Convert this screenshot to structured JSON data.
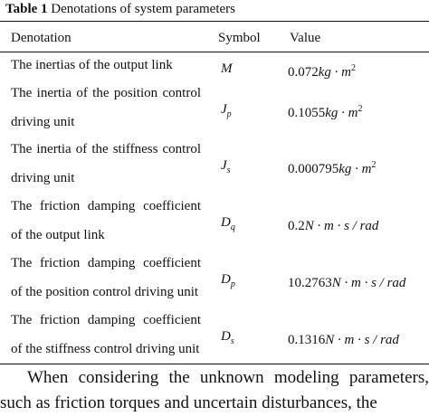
{
  "caption": {
    "label": "Table 1",
    "text": "Denotations of system parameters"
  },
  "table": {
    "headers": {
      "denotation": "Denotation",
      "symbol": "Symbol",
      "value": "Value"
    },
    "rows": [
      {
        "line1": "The inertias of the output link",
        "line2": "",
        "symbol": "M",
        "sub": "",
        "number": "0.072",
        "unit": "kg · m",
        "exp": "2"
      },
      {
        "line1": "The inertia of the position control",
        "line2": "driving unit",
        "symbol": "J",
        "sub": "p",
        "number": "0.1055",
        "unit": "kg · m",
        "exp": "2"
      },
      {
        "line1": "The inertia of the stiffness control",
        "line2": "driving unit",
        "symbol": "J",
        "sub": "s",
        "number": "0.000795",
        "unit": "kg · m",
        "exp": "2"
      },
      {
        "line1": "The friction damping coefficient",
        "line2": "of the output link",
        "symbol": "D",
        "sub": "q",
        "number": "0.2",
        "unit": "N · m · s / rad",
        "exp": ""
      },
      {
        "line1": "The friction damping coefficient",
        "line2": "of the position control driving unit",
        "symbol": "D",
        "sub": "p",
        "number": "10.2763",
        "unit": "N · m · s / rad",
        "exp": ""
      },
      {
        "line1": "The friction damping coefficient",
        "line2": "of the stiffness control driving unit",
        "symbol": "D",
        "sub": "s",
        "number": "0.1316",
        "unit": "N · m · s / rad",
        "exp": ""
      }
    ]
  },
  "paragraph": {
    "line1": "When considering the unknown modeling parameters,",
    "line2": "such as friction torques and uncertain disturbances, the"
  }
}
